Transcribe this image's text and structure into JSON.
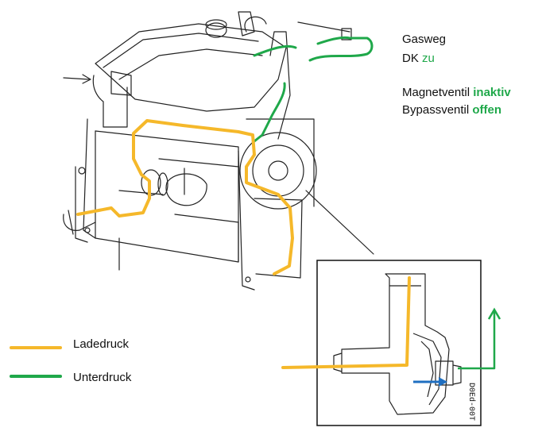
{
  "status": {
    "gas_label": "Gasweg",
    "dk_label": "DK",
    "dk_value": "zu",
    "magnet_label": "Magnetventil",
    "magnet_value": "inaktiv",
    "bypass_label": "Bypassventil",
    "bypass_value": "offen"
  },
  "legend": [
    {
      "label": "Ladedruck",
      "color": "#f5b82a"
    },
    {
      "label": "Unterdruck",
      "color": "#1fa84a"
    }
  ],
  "inset": {
    "part_code": "D0Ed-00T"
  },
  "colors": {
    "boost": "#f5b82a",
    "vacuum": "#1fa84a",
    "flow_arrow": "#1f6fc1",
    "line": "#111111"
  }
}
